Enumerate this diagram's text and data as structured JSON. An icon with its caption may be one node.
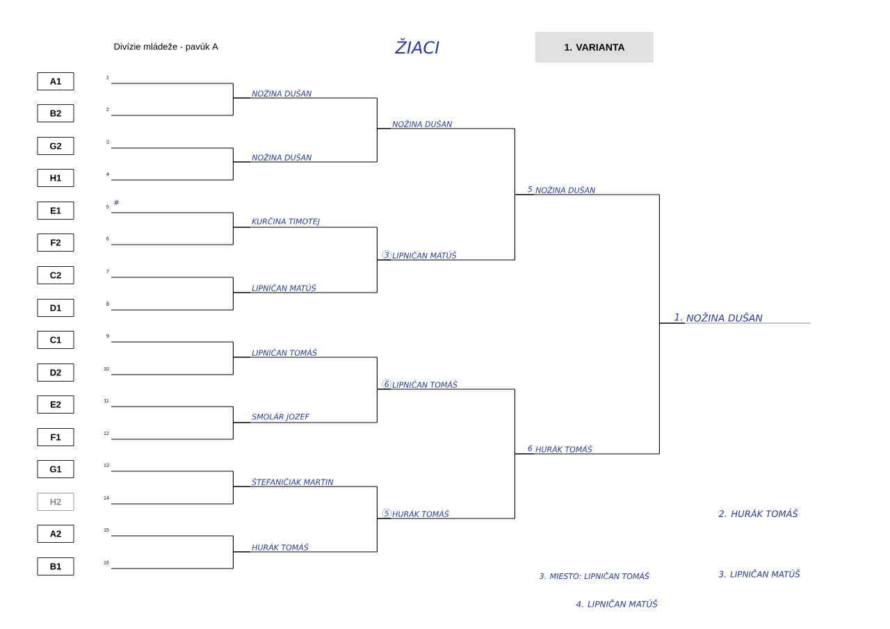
{
  "diagram": {
    "title": "Divízie mládeže - pavúk A",
    "nodes": [
      {
        "text": [
          "A1"
        ]
      },
      {
        "text": [
          "B2"
        ]
      },
      {
        "text": [
          "G2"
        ]
      },
      {
        "text": [
          "H1"
        ]
      },
      {
        "text": [
          "E1"
        ]
      },
      {
        "text": [
          "F2"
        ]
      },
      {
        "text": [
          "C2"
        ]
      },
      {
        "text": [
          "D1"
        ]
      },
      {
        "text": [
          "C1"
        ]
      },
      {
        "text": [
          "D2"
        ]
      },
      {
        "text": [
          "E2"
        ]
      },
      {
        "text": [
          "F1"
        ]
      },
      {
        "text": [
          "G1"
        ]
      },
      {
        "text": [
          "H2"
        ]
      },
      {
        "text": [
          "A2"
        ]
      },
      {
        "text": [
          "B1"
        ]
      },
      {
        "text": [],
        "shape": "bar",
        "beside": [
          "1"
        ]
      },
      {
        "text": [],
        "shape": "bar",
        "beside": [
          "2"
        ]
      },
      {
        "text": [],
        "shape": "bar",
        "beside": [
          "3"
        ]
      },
      {
        "text": [],
        "shape": "bar",
        "beside": [
          "4"
        ]
      },
      {
        "text": [],
        "shape": "bar",
        "beside": [
          "5",
          "#"
        ]
      },
      {
        "text": [],
        "shape": "bar",
        "beside": [
          "6"
        ]
      },
      {
        "text": [],
        "shape": "bar",
        "beside": [
          "7"
        ]
      },
      {
        "text": [],
        "shape": "bar",
        "beside": [
          "8"
        ]
      },
      {
        "text": [],
        "shape": "bar",
        "beside": [
          "9"
        ]
      },
      {
        "text": [],
        "shape": "bar",
        "beside": [
          "10"
        ]
      },
      {
        "text": [],
        "shape": "bar",
        "beside": [
          "11"
        ]
      },
      {
        "text": [],
        "shape": "bar",
        "beside": [
          "12"
        ]
      },
      {
        "text": [],
        "shape": "bar",
        "beside": [
          "13"
        ]
      },
      {
        "text": [],
        "shape": "bar",
        "beside": [
          "14"
        ]
      },
      {
        "text": [],
        "shape": "bar",
        "beside": [
          "15"
        ]
      },
      {
        "text": [],
        "shape": "bar",
        "beside": [
          "16"
        ]
      },
      {
        "text": [
          "NOŽINA DUŠAN"
        ]
      },
      {
        "text": [
          "NOŽINA DUŠAN"
        ]
      },
      {
        "text": [
          "KURČINA TIMOTEJ"
        ]
      },
      {
        "text": [
          "LIPNIČAN MATÚŠ"
        ]
      },
      {
        "text": [
          "LIPNIČAN TOMÁŠ"
        ]
      },
      {
        "text": [
          "SMOLÁR JOZEF"
        ]
      },
      {
        "text": [
          "ŠTEFANIČIAK MARTIN"
        ]
      },
      {
        "text": [
          "HURÁK TOMÁŠ"
        ]
      },
      {
        "text": [
          "NOŽINA DUŠAN"
        ]
      },
      {
        "text": [
          "LIPNIČAN MATÚŠ"
        ],
        "beside": [
          "3"
        ]
      },
      {
        "text": [
          "LIPNIČAN TOMÁŠ"
        ],
        "beside": [
          "6"
        ]
      },
      {
        "text": [
          "HURÁK TOMÁŠ"
        ],
        "beside": [
          "5"
        ]
      },
      {
        "text": [
          "NOŽINA DUŠAN"
        ],
        "beside": [
          "5"
        ]
      },
      {
        "text": [
          "HURÁK TOMÁŠ"
        ],
        "beside": [
          "6"
        ]
      },
      {
        "text": [
          "NOŽINA DUŠAN"
        ],
        "beside": [
          "1."
        ]
      }
    ],
    "edges": [
      {
        "from": 16,
        "to": 32,
        "arrow": "none"
      },
      {
        "from": 17,
        "to": 32,
        "arrow": "none"
      },
      {
        "from": 18,
        "to": 33,
        "arrow": "none"
      },
      {
        "from": 19,
        "to": 33,
        "arrow": "none"
      },
      {
        "from": 20,
        "to": 34,
        "arrow": "none"
      },
      {
        "from": 21,
        "to": 34,
        "arrow": "none"
      },
      {
        "from": 22,
        "to": 35,
        "arrow": "none"
      },
      {
        "from": 23,
        "to": 35,
        "arrow": "none"
      },
      {
        "from": 24,
        "to": 36,
        "arrow": "none"
      },
      {
        "from": 25,
        "to": 36,
        "arrow": "none"
      },
      {
        "from": 26,
        "to": 37,
        "arrow": "none"
      },
      {
        "from": 27,
        "to": 37,
        "arrow": "none"
      },
      {
        "from": 28,
        "to": 38,
        "arrow": "none"
      },
      {
        "from": 29,
        "to": 38,
        "arrow": "none"
      },
      {
        "from": 30,
        "to": 39,
        "arrow": "none"
      },
      {
        "from": 31,
        "to": 39,
        "arrow": "none"
      },
      {
        "from": 32,
        "to": 40,
        "arrow": "none"
      },
      {
        "from": 33,
        "to": 40,
        "arrow": "none"
      },
      {
        "from": 34,
        "to": 41,
        "arrow": "none"
      },
      {
        "from": 35,
        "to": 41,
        "arrow": "none"
      },
      {
        "from": 36,
        "to": 42,
        "arrow": "none"
      },
      {
        "from": 37,
        "to": 42,
        "arrow": "none"
      },
      {
        "from": 38,
        "to": 43,
        "arrow": "none"
      },
      {
        "from": 39,
        "to": 43,
        "arrow": "none"
      },
      {
        "from": 40,
        "to": 44,
        "arrow": "none"
      },
      {
        "from": 41,
        "to": 44,
        "arrow": "none"
      },
      {
        "from": 42,
        "to": 45,
        "arrow": "none"
      },
      {
        "from": 43,
        "to": 45,
        "arrow": "none"
      },
      {
        "from": 44,
        "to": 46,
        "arrow": "none"
      },
      {
        "from": 45,
        "to": 46,
        "arrow": "none"
      }
    ],
    "labels": [
      "ŽIACI",
      "1. VARIANTA",
      "2. HURÁK TOMÁŠ",
      "3. MIESTO: LIPNIČAN TOMÁŠ",
      "3. LIPNIČAN MATÚŠ",
      "4. LIPNIČAN MATÚŠ"
    ]
  }
}
